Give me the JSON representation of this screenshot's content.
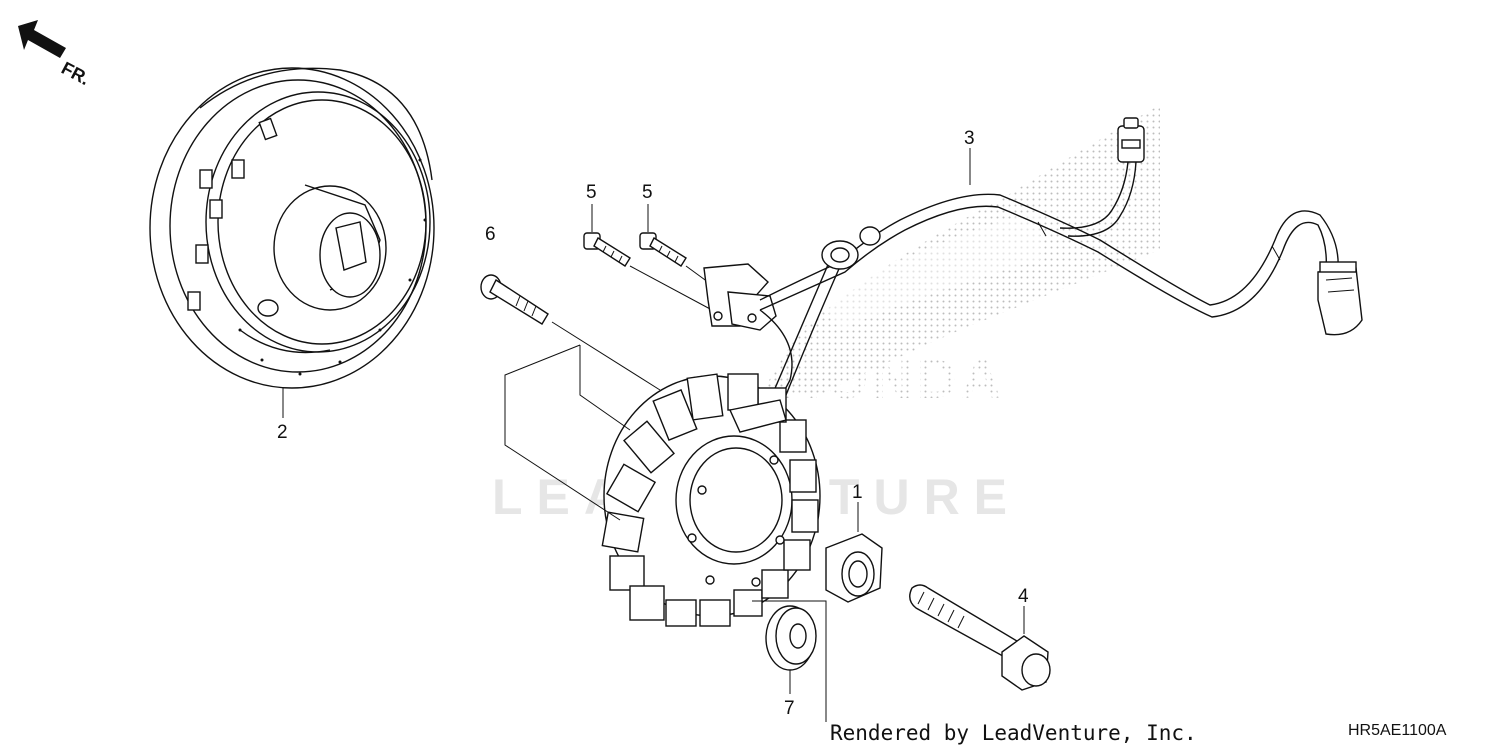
{
  "diagram": {
    "direction_label": "FR.",
    "watermark_text": "LEADVENTURE",
    "brand_watermark": "HONDA",
    "callouts": [
      {
        "id": "c1",
        "label": "1"
      },
      {
        "id": "c2",
        "label": "2"
      },
      {
        "id": "c3",
        "label": "3"
      },
      {
        "id": "c4",
        "label": "4"
      },
      {
        "id": "c5a",
        "label": "5"
      },
      {
        "id": "c5b",
        "label": "5"
      },
      {
        "id": "c6",
        "label": "6"
      },
      {
        "id": "c7",
        "label": "7"
      }
    ],
    "footer": {
      "credit": "Rendered by LeadVenture, Inc.",
      "code": "HR5AE1100A"
    }
  }
}
